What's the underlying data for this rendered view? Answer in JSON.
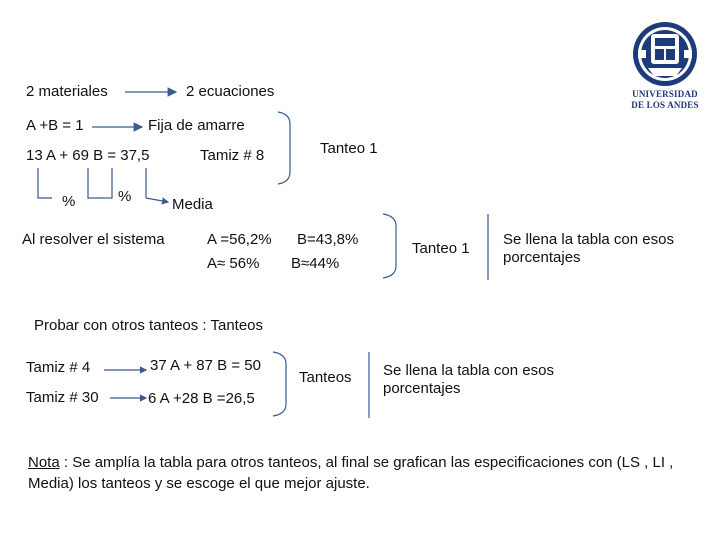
{
  "logo": {
    "line1": "UNIVERSIDAD",
    "line2": "DE LOS ANDES",
    "color": "#1d3a7a"
  },
  "row1": {
    "left": "2 materiales",
    "right": "2  ecuaciones"
  },
  "row2": {
    "left": "A +B = 1",
    "right": "Fija de amarre"
  },
  "row3": {
    "equation": "13 A + 69 B = 37,5",
    "tamiz": "Tamiz # 8",
    "bracket_label": "Tanteo 1"
  },
  "row4": {
    "pct1": "%",
    "pct2": "%",
    "media": "Media"
  },
  "row5": {
    "resolver": "Al resolver el sistema",
    "a_exact": "A =56,2%",
    "b_exact": "B=43,8%",
    "a_approx": "A≈ 56%",
    "b_approx": "B≈44%",
    "tanteo": "Tanteo  1",
    "note": "Se llena la tabla con esos porcentajes"
  },
  "row6": {
    "probar": "Probar con otros tanteos : Tanteos"
  },
  "row7": {
    "tamiz4": "Tamiz # 4",
    "eq4": "37 A + 87  B = 50",
    "tamiz30": "Tamiz # 30",
    "eq30": "6 A +28 B =26,5",
    "tanteos": "Tanteos",
    "note": "Se llena la tabla con esos porcentajes"
  },
  "nota": {
    "label": "Nota",
    "text": " : Se amplía la tabla para otros tanteos, al final se grafican las especificaciones con (LS , LI , Media) los tanteos y se escoge el que mejor ajuste."
  }
}
